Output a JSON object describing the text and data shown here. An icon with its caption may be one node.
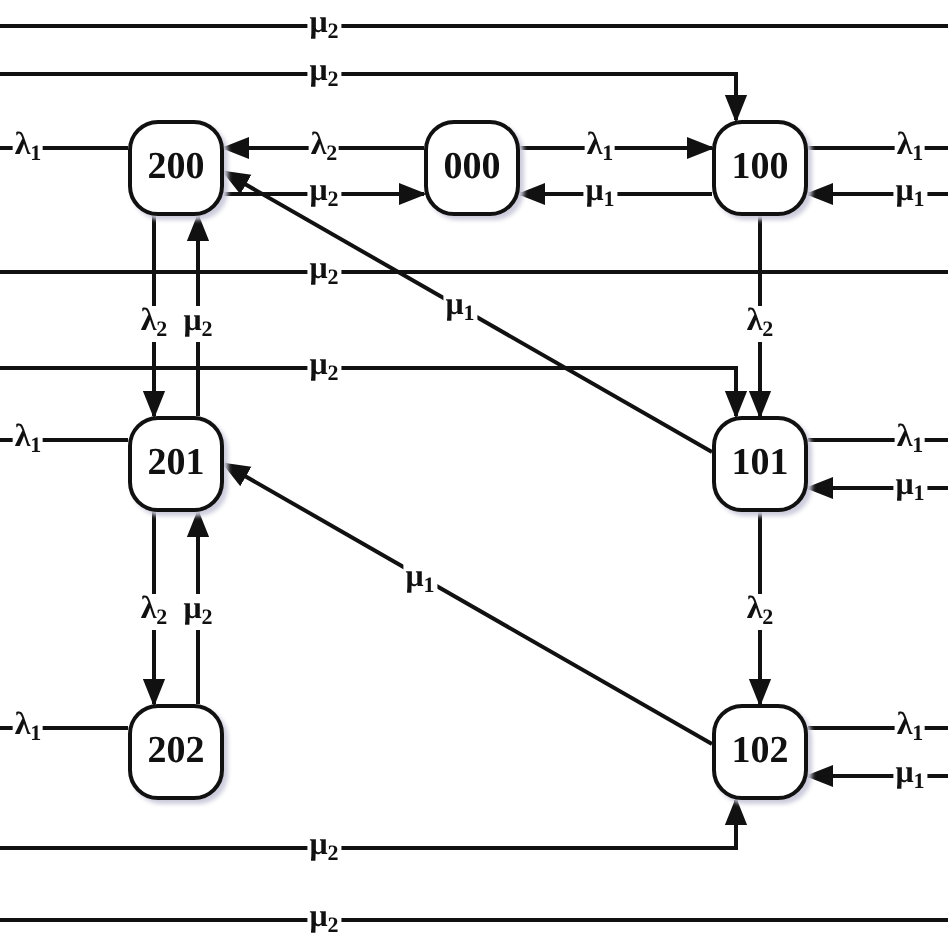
{
  "diagram": {
    "nodes": [
      {
        "text": [
          "200"
        ]
      },
      {
        "text": [
          "000"
        ]
      },
      {
        "text": [
          "100"
        ]
      },
      {
        "text": [
          "201"
        ]
      },
      {
        "text": [
          "101"
        ]
      },
      {
        "text": [
          "202"
        ]
      },
      {
        "text": [
          "102"
        ]
      }
    ],
    "edges": [
      {
        "from": null,
        "to": 2,
        "arrow": "to",
        "label": "μ$_{2}$"
      },
      {
        "from": 0,
        "to": null,
        "arrow": "none",
        "label": "λ$_{1}$"
      },
      {
        "from": 1,
        "to": 0,
        "arrow": "to",
        "label": "λ$_{2}$"
      },
      {
        "from": 0,
        "to": 1,
        "arrow": "to",
        "label": "μ$_{2}$"
      },
      {
        "from": 1,
        "to": 2,
        "arrow": "to",
        "label": "λ$_{1}$"
      },
      {
        "from": 2,
        "to": 1,
        "arrow": "to",
        "label": "μ$_{1}$"
      },
      {
        "from": 2,
        "to": null,
        "arrow": "none",
        "label": "λ$_{1}$"
      },
      {
        "from": null,
        "to": 2,
        "arrow": "to",
        "label": "μ$_{1}$"
      },
      {
        "from": 4,
        "to": 0,
        "arrow": "to",
        "label": "μ$_{1}$"
      },
      {
        "from": 0,
        "to": 3,
        "arrow": "to",
        "label": "λ$_{2}$"
      },
      {
        "from": 3,
        "to": 0,
        "arrow": "to",
        "label": "μ$_{2}$"
      },
      {
        "from": 2,
        "to": 4,
        "arrow": "to",
        "label": "λ$_{2}$"
      },
      {
        "from": null,
        "to": 4,
        "arrow": "to",
        "label": "μ$_{2}$"
      },
      {
        "from": 3,
        "to": null,
        "arrow": "none",
        "label": "λ$_{1}$"
      },
      {
        "from": 4,
        "to": null,
        "arrow": "none",
        "label": "λ$_{1}$"
      },
      {
        "from": null,
        "to": 4,
        "arrow": "to",
        "label": "μ$_{1}$"
      },
      {
        "from": 6,
        "to": 3,
        "arrow": "to",
        "label": "μ$_{1}$"
      },
      {
        "from": 3,
        "to": 5,
        "arrow": "to",
        "label": "λ$_{2}$"
      },
      {
        "from": 5,
        "to": 3,
        "arrow": "to",
        "label": "μ$_{2}$"
      },
      {
        "from": 4,
        "to": 6,
        "arrow": "to",
        "label": "λ$_{2}$"
      },
      {
        "from": 5,
        "to": null,
        "arrow": "none",
        "label": "λ$_{1}$"
      },
      {
        "from": 6,
        "to": null,
        "arrow": "none",
        "label": "λ$_{1}$"
      },
      {
        "from": null,
        "to": 6,
        "arrow": "to",
        "label": "μ$_{1}$"
      },
      {
        "from": null,
        "to": 6,
        "arrow": "to",
        "label": "μ$_{2}$"
      }
    ],
    "labels": [
      "μ$_{2}$",
      "μ$_{2}$",
      "μ$_{2}$"
    ]
  }
}
